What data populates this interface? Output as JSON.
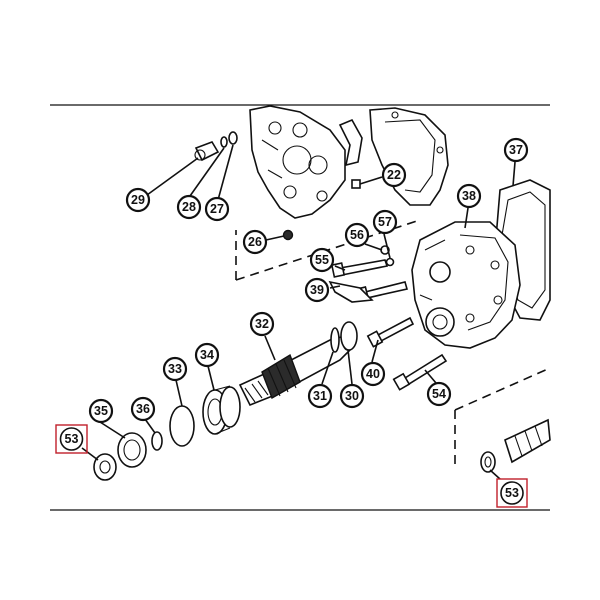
{
  "callouts": {
    "c22": "22",
    "c26": "26",
    "c27": "27",
    "c28": "28",
    "c29": "29",
    "c30": "30",
    "c31": "31",
    "c32": "32",
    "c33": "33",
    "c34": "34",
    "c35": "35",
    "c36": "36",
    "c37": "37",
    "c38": "38",
    "c39": "39",
    "c40": "40",
    "c54": "54",
    "c55": "55",
    "c56": "56",
    "c57": "57"
  },
  "highlighted": {
    "left": "53",
    "right": "53"
  },
  "colors": {
    "highlight_border": "#c0202a",
    "ink": "#111111"
  }
}
